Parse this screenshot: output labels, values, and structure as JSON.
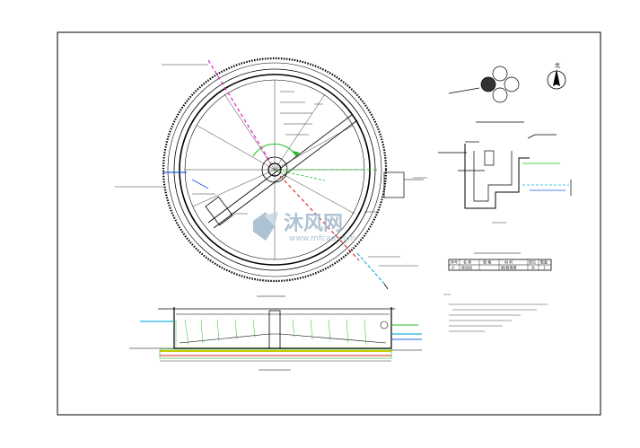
{
  "watermark": {
    "cn": "沐风网",
    "url": "www.mfcad.com",
    "color": "#9fb8cc"
  },
  "north_arrow": {
    "label": "北"
  },
  "table": {
    "headers": [
      "序号",
      "名 称",
      "规 格",
      "材 料",
      "单位",
      "数量"
    ],
    "rows": [
      [
        "①",
        "吸泥机",
        "",
        "钢/玻璃钢",
        "台",
        "1"
      ]
    ]
  },
  "colors": {
    "line": "#000000",
    "magenta": "#e020c0",
    "green": "#20c020",
    "blue": "#2060e0",
    "cyan": "#20b0e0",
    "red": "#e02020",
    "yellow": "#c8c800"
  }
}
